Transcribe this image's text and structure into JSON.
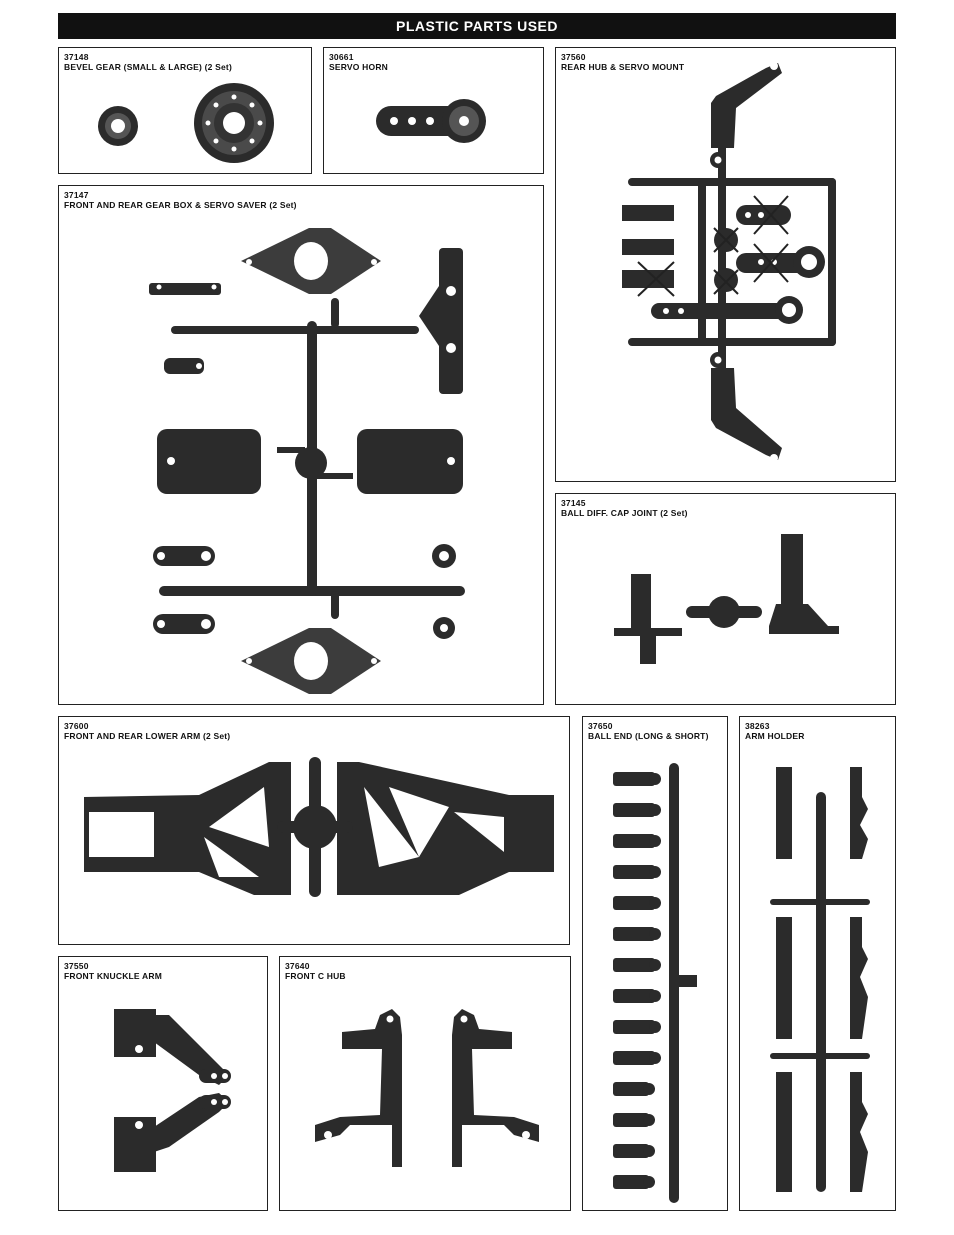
{
  "header": {
    "title": "PLASTIC PARTS USED"
  },
  "parts": [
    {
      "number": "37148",
      "name": "BEVEL GEAR (SMALL & LARGE) (2 Set)"
    },
    {
      "number": "30661",
      "name": "SERVO HORN"
    },
    {
      "number": "37560",
      "name": "REAR HUB & SERVO MOUNT"
    },
    {
      "number": "37147",
      "name": "FRONT AND REAR GEAR BOX & SERVO SAVER (2 Set)"
    },
    {
      "number": "37145",
      "name": "BALL DIFF. CAP JOINT (2 Set)"
    },
    {
      "number": "37600",
      "name": "FRONT AND REAR LOWER ARM (2 Set)"
    },
    {
      "number": "37650",
      "name": "BALL END (LONG & SHORT)"
    },
    {
      "number": "38263",
      "name": "ARM HOLDER"
    },
    {
      "number": "37550",
      "name": "FRONT KNUCKLE ARM"
    },
    {
      "number": "37640",
      "name": "FRONT C HUB"
    }
  ],
  "icons": {
    "colors": {
      "part": "#2b2b2b",
      "border": "#222222",
      "banner": "#111111"
    }
  }
}
